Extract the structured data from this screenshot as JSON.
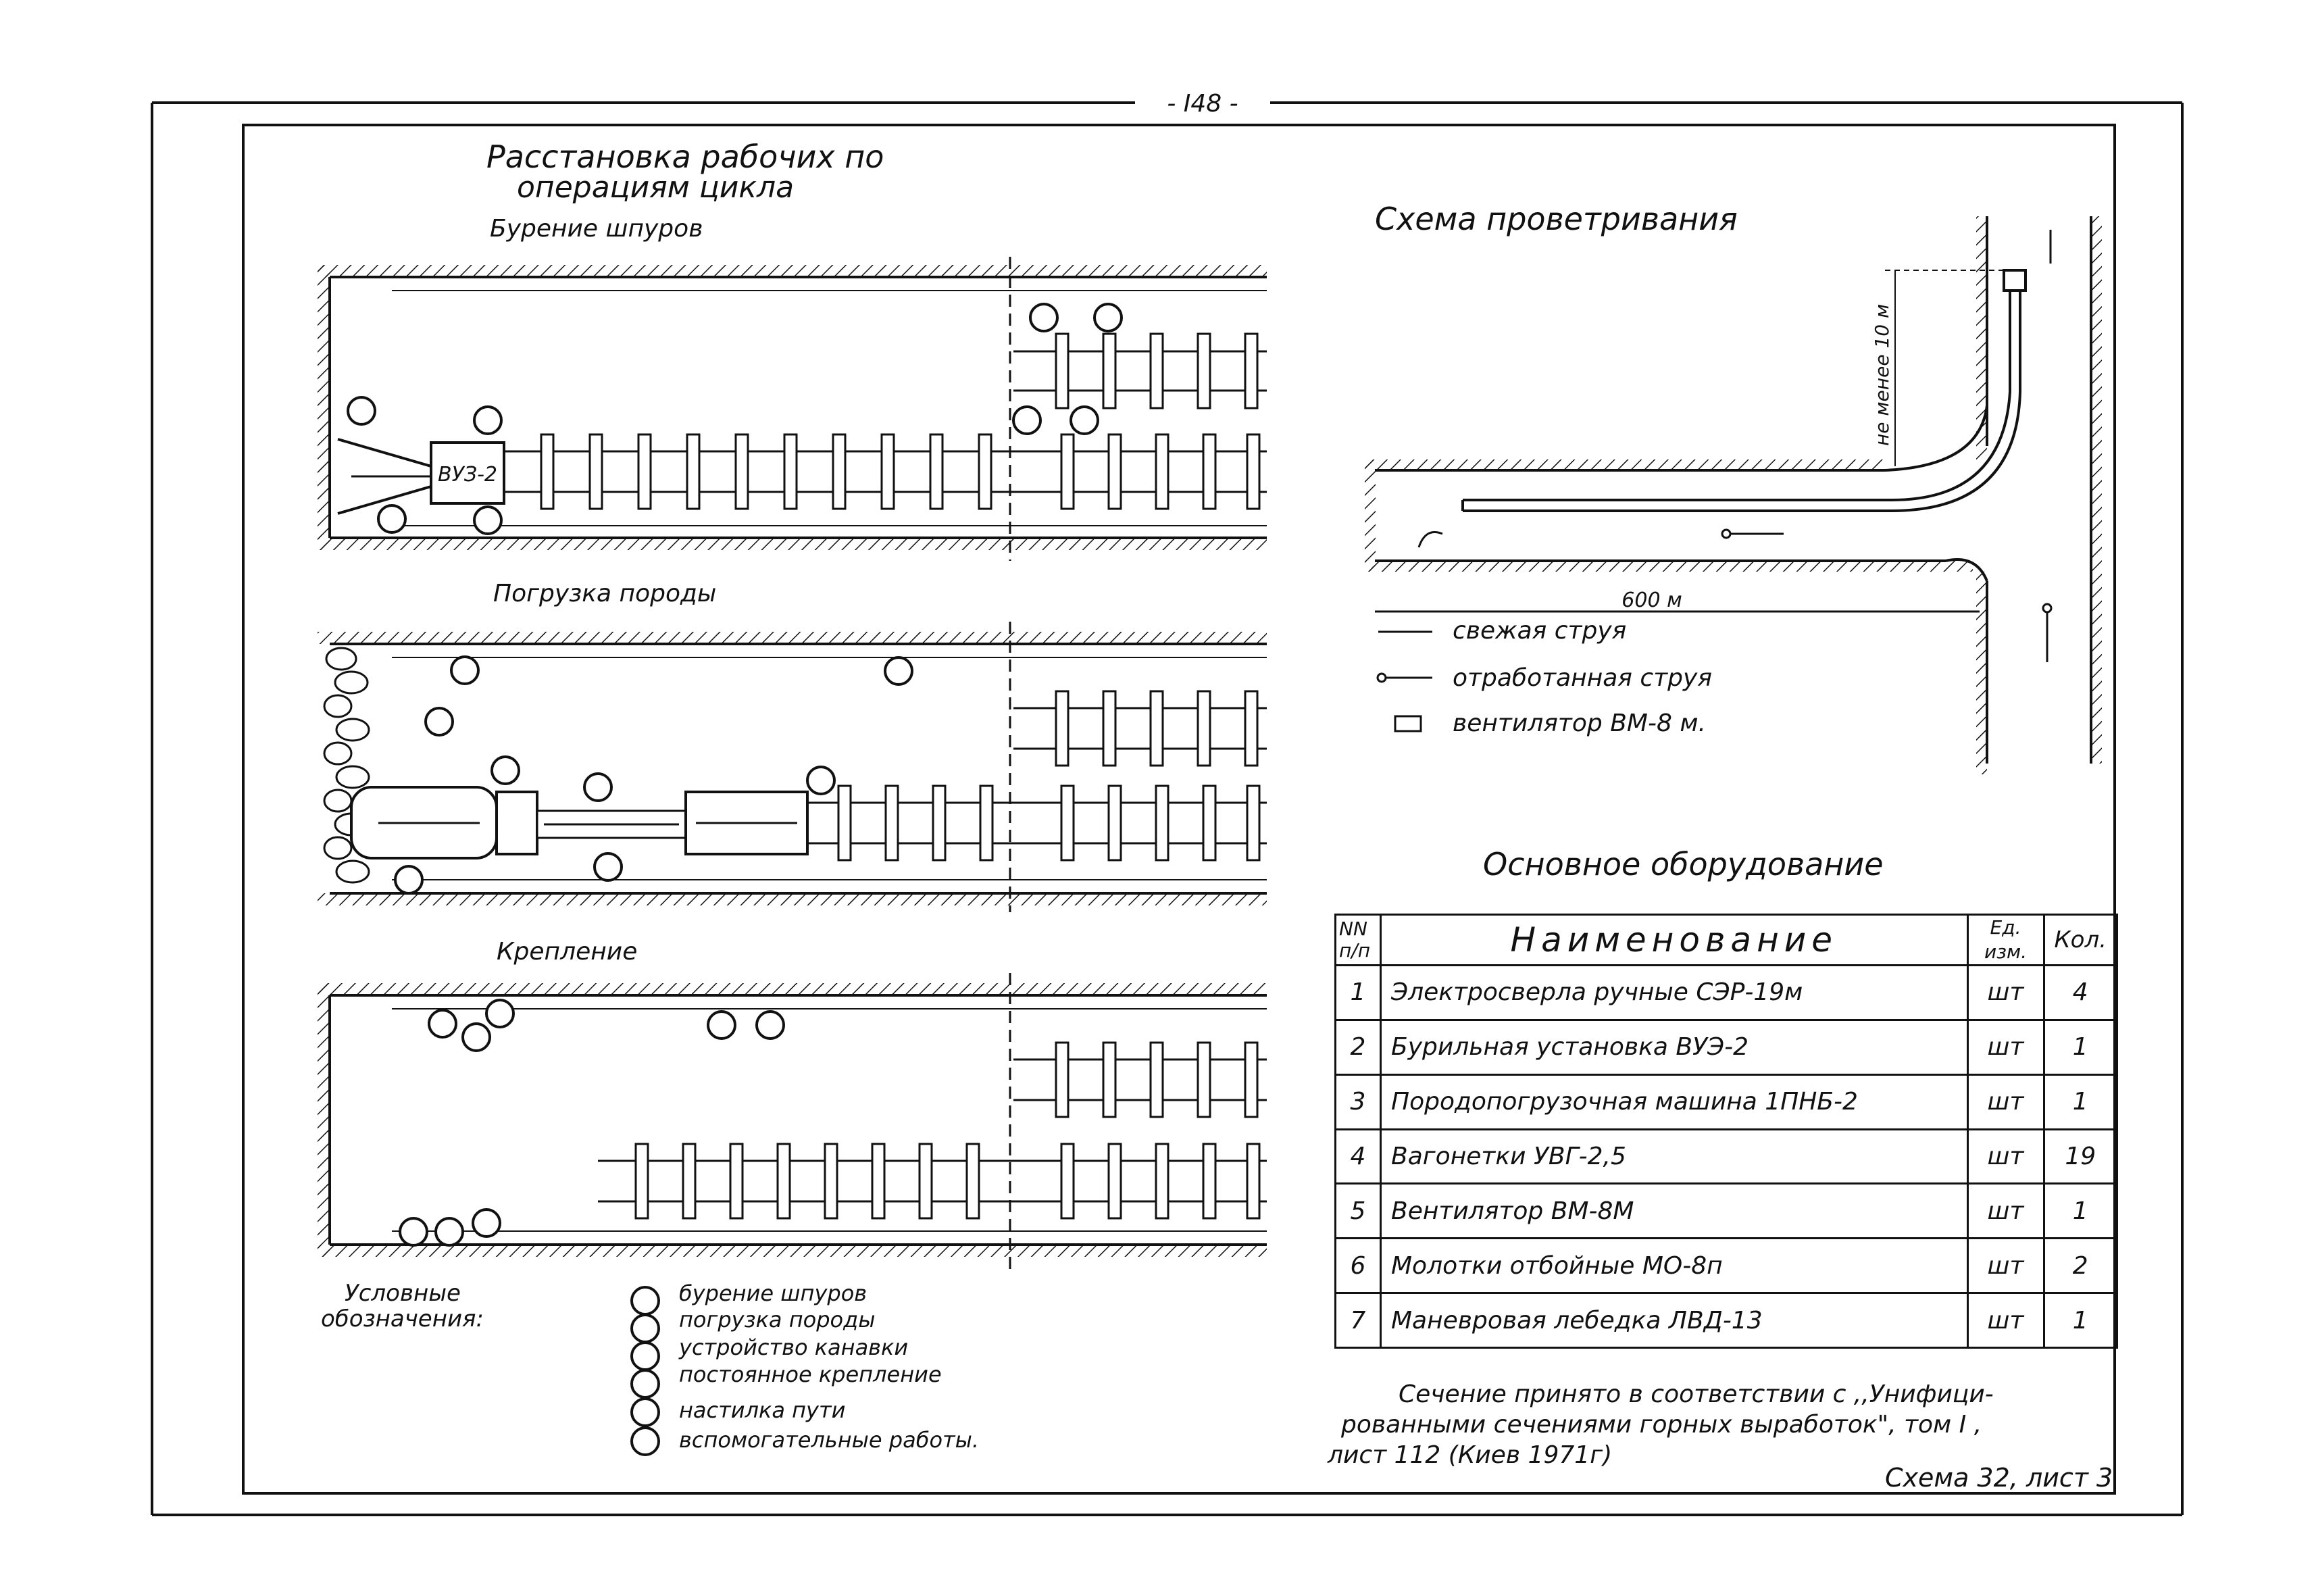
{
  "page_number": "- I48 -",
  "left_section": {
    "title_line1": "Расстановка  рабочих по",
    "title_line2": "операциям цикла",
    "panels": [
      {
        "id": "drilling",
        "label": "Бурение  шпуров",
        "machine_label": "ВУЗ-2"
      },
      {
        "id": "loading",
        "label": "Погрузка  породы"
      },
      {
        "id": "support",
        "label": "Крепление"
      }
    ]
  },
  "legend": {
    "title_line1": "Условные",
    "title_line2": "обозначения:",
    "items": [
      {
        "icon": "drilling-worker-icon",
        "label": "бурение  шпуров"
      },
      {
        "icon": "loading-worker-icon",
        "label": "погрузка  породы"
      },
      {
        "icon": "ditch-worker-icon",
        "label": "устройство  канавки"
      },
      {
        "icon": "support-worker-icon",
        "label": "постоянное  крепление"
      },
      {
        "icon": "track-worker-icon",
        "label": "настилка  пути"
      },
      {
        "icon": "auxiliary-worker-icon",
        "label": "вспомогательные  работы."
      }
    ]
  },
  "ventilation": {
    "title": "Схема  проветривания",
    "distance_label": "не менее  10 м",
    "length_label": "600 м",
    "legend": [
      {
        "icon": "fresh-air-line-icon",
        "label": "свежая  струя"
      },
      {
        "icon": "exhaust-air-line-icon",
        "label": "отработанная  струя"
      },
      {
        "icon": "fan-box-icon",
        "label": "вентилятор  ВМ-8 м."
      }
    ]
  },
  "equipment": {
    "title": "Основное   оборудование",
    "headers": {
      "num": "NN п/п",
      "name": "Наименование",
      "unit": "Ед. изм.",
      "qty": "Кол."
    },
    "rows": [
      {
        "n": "1",
        "name": "Электросверла   ручные  СЭР-19м",
        "unit": "шт",
        "qty": "4"
      },
      {
        "n": "2",
        "name": "Бурильная  установка  ВУЭ-2",
        "unit": "шт",
        "qty": "1"
      },
      {
        "n": "3",
        "name": "Породопогрузочная   машина  1ПНБ-2",
        "unit": "шт",
        "qty": "1"
      },
      {
        "n": "4",
        "name": "Вагонетки   УВГ-2,5",
        "unit": "шт",
        "qty": "19"
      },
      {
        "n": "5",
        "name": "Вентилятор  ВМ-8М",
        "unit": "шт",
        "qty": "1"
      },
      {
        "n": "6",
        "name": "Молотки  отбойные   МО-8п",
        "unit": "шт",
        "qty": "2"
      },
      {
        "n": "7",
        "name": "Маневровая  лебедка  ЛВД-13",
        "unit": "шт",
        "qty": "1"
      }
    ]
  },
  "note": {
    "line1": "Сечение  принято  в соответствии  с ,,Унифици-",
    "line2": "рованными  сечениями  горных выработок\", том I ,",
    "line3": "лист 112 (Киев  1971г)"
  },
  "sheet_label": "Схема  32,  лист 3"
}
